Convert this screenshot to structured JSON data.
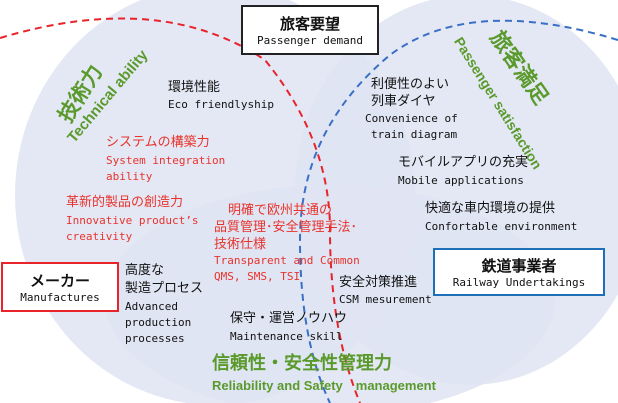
{
  "colors": {
    "manufacturer": "#e8232a",
    "railway": "#1f6fb8",
    "passenger": "#222222",
    "accent_green": "#5a9a2c",
    "ellipse_fill": "#dfe4f2",
    "dashed_red": "#e8232a",
    "dashed_blue": "#3a6fc6"
  },
  "passenger_box": {
    "jp": "旅客要望",
    "en": "Passenger demand"
  },
  "manufacturer_box": {
    "jp": "メーカー",
    "en": "Manufactures"
  },
  "railway_box": {
    "jp": "鉄道事業者",
    "en": "Railway Undertakings"
  },
  "headings": {
    "technical_jp": "技術力",
    "technical_en": "Technical ability",
    "satisfaction_jp": "旅客満足",
    "satisfaction_en": "Passenger satisfaction",
    "reliability_jp": "信頼性・安全性管理力",
    "reliability_en": "Reliability and Safety　management"
  },
  "labels": {
    "eco_jp": "環境性能",
    "eco_en": "Eco friendlyship",
    "system_jp": "システムの構築力",
    "system_en1": "System integration",
    "system_en2": "ability",
    "innov_jp": "革新的製品の創造力",
    "innov_en1": "Innovative product’s",
    "innov_en2": "creativity",
    "quality_jp1": "明確で欧州共通の",
    "quality_jp2": "品質管理･安全管理手法･",
    "quality_jp3": "技術仕様",
    "quality_en1": "Transparent and Common",
    "quality_en2": "QMS, SMS, TSI",
    "process_jp1": "高度な",
    "process_jp2": "製造プロセス",
    "process_en1": "Advanced",
    "process_en2": "production",
    "process_en3": "processes",
    "maint_jp": "保守・運営ノウハウ",
    "maint_en": "Maintenance skill",
    "safety_jp": "安全対策推進",
    "safety_en": "CSM mesurement",
    "conv_jp1": "利便性のよい",
    "conv_jp2": "列車ダイヤ",
    "conv_en1": "Convenience of",
    "conv_en2": "train diagram",
    "mobile_jp": "モバイルアプリの充実",
    "mobile_en": "Mobile applications",
    "comfort_jp": "快適な車内環境の提供",
    "comfort_en": "Confortable environment"
  }
}
